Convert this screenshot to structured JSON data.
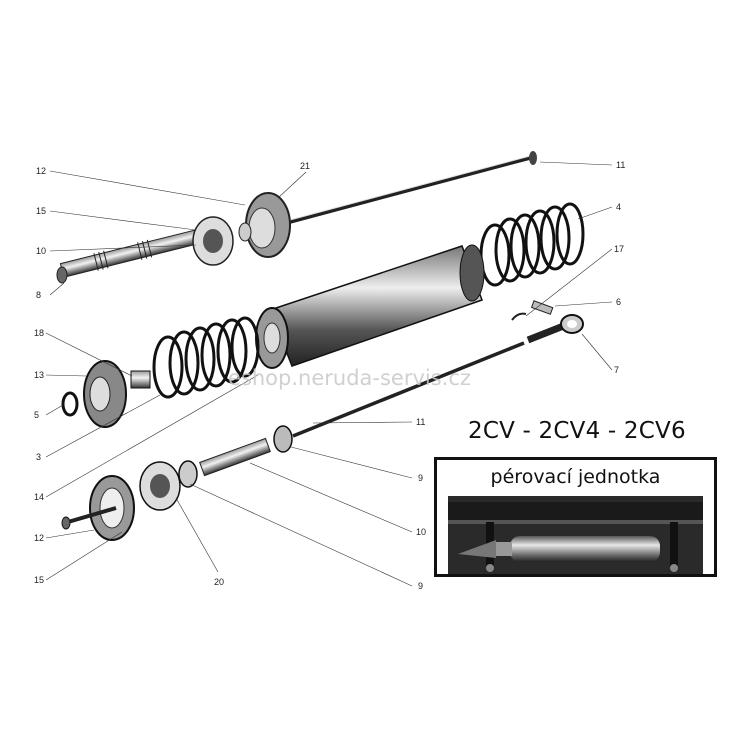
{
  "heading": "2CV - 2CV4 - 2CV6",
  "watermark": "eshop.neruda-servis.cz",
  "inset": {
    "title": "pérovací jednotka"
  },
  "callouts": {
    "c12a": "12",
    "c21": "21",
    "c11a": "11",
    "c15a": "15",
    "c4": "4",
    "c10a": "10",
    "c17": "17",
    "c8": "8",
    "c6": "6",
    "c18": "18",
    "c7": "7",
    "c13": "13",
    "c5": "5",
    "c11b": "11",
    "c3": "3",
    "c9a": "9",
    "c14": "14",
    "c10b": "10",
    "c12b": "12",
    "c15b": "15",
    "c20": "20",
    "c9b": "9"
  }
}
